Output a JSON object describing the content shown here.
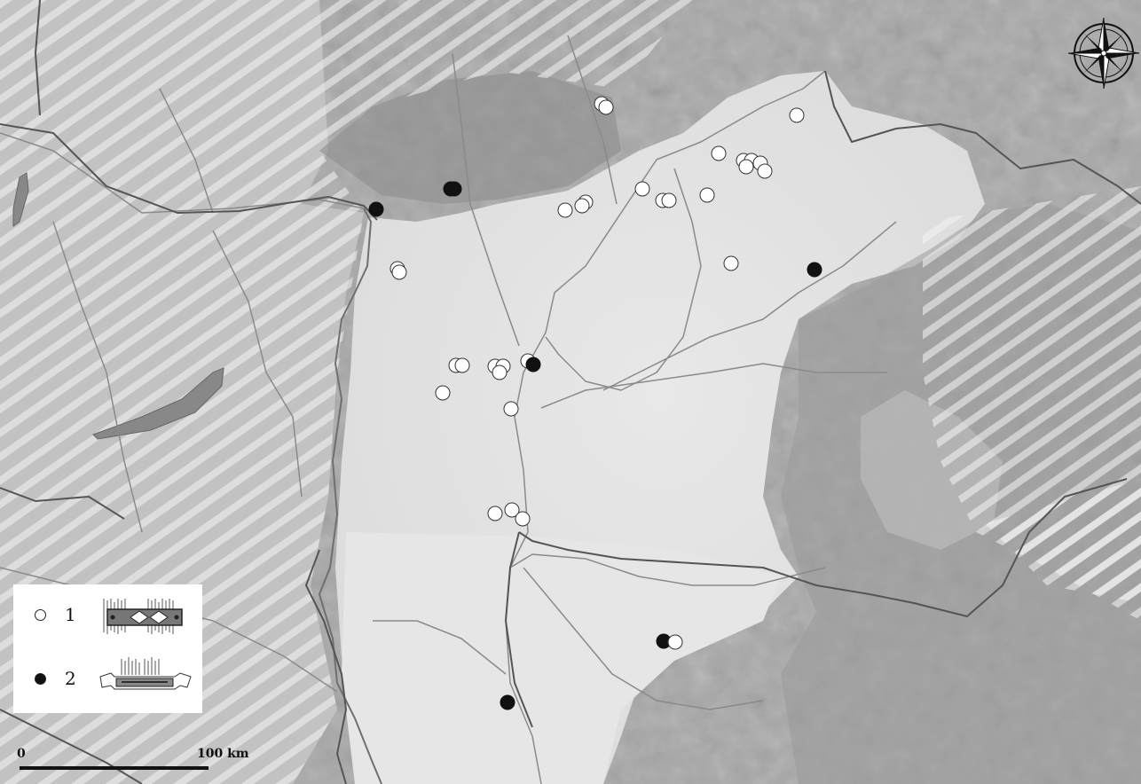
{
  "legend": {
    "items": [
      {
        "label": "1",
        "symbol": "white-circle",
        "fill": "#ffffff",
        "thumbnail": "rectangular-plate-with-rivets"
      },
      {
        "label": "2",
        "symbol": "black-circle",
        "fill": "#111111",
        "thumbnail": "plate-with-side-tabs"
      }
    ]
  },
  "scale_bar": {
    "start_label": "0",
    "end_label": "100 km"
  },
  "compass": {
    "icon": "compass-rose-icon"
  },
  "colors": {
    "border": "#555555",
    "river": "#8a8a8a",
    "plain": "#e4e4e4",
    "mountain": "#9c9c9c",
    "hatch": "#f4f4f4",
    "point_outline": "#333333"
  }
}
